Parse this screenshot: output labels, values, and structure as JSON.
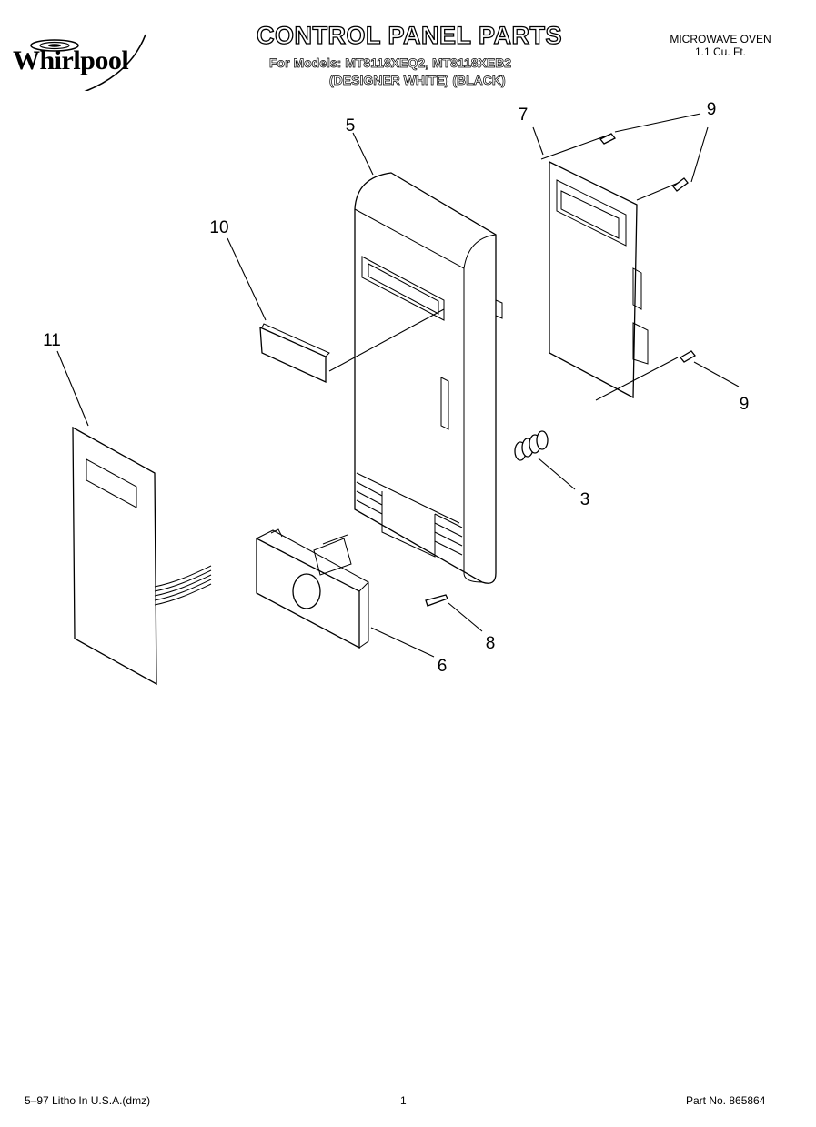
{
  "header": {
    "brand": "Whirlpool",
    "title": "CONTROL PANEL PARTS",
    "models": "For Models: MT8118XEQ2, MT8118XEB2",
    "finishes": "(DESIGNER WHITE)  (BLACK)",
    "product": "MICROWAVE OVEN",
    "capacity": "1.1 Cu. Ft."
  },
  "callouts": {
    "c3": "3",
    "c5": "5",
    "c6": "6",
    "c7": "7",
    "c8": "8",
    "c9a": "9",
    "c9b": "9",
    "c10": "10",
    "c11": "11"
  },
  "footer": {
    "litho": "5–97 Litho In U.S.A.(dmz)",
    "page": "1",
    "part_no": "Part No. 865864"
  }
}
